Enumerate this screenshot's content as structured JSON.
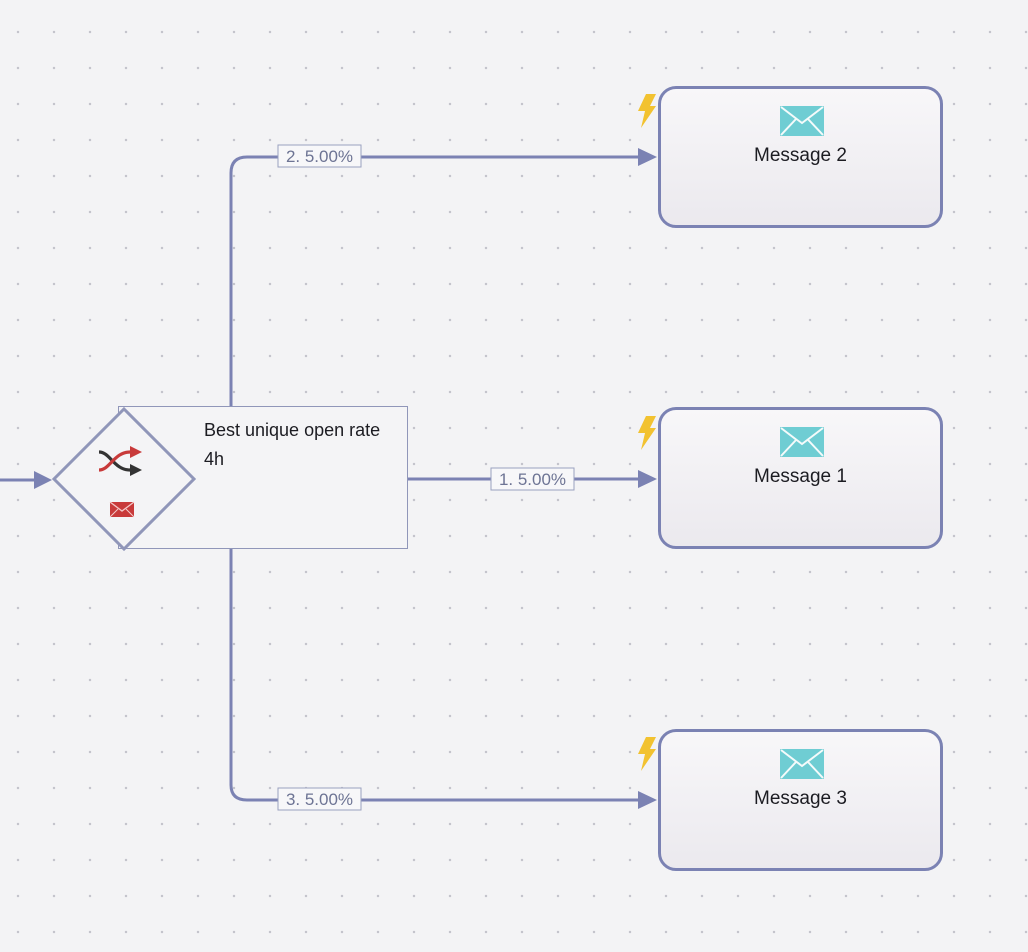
{
  "split_node": {
    "title": "Best unique open rate",
    "subtitle": "4h",
    "icon": "shuffle-icon",
    "badge_icon": "envelope-icon"
  },
  "branches": [
    {
      "label": "2. 5.00%",
      "target": "Message 2"
    },
    {
      "label": "1. 5.00%",
      "target": "Message 1"
    },
    {
      "label": "3. 5.00%",
      "target": "Message 3"
    }
  ],
  "messages": [
    {
      "label": "Message 2",
      "icon": "envelope-icon",
      "trigger_icon": "lightning-bolt-icon"
    },
    {
      "label": "Message 1",
      "icon": "envelope-icon",
      "trigger_icon": "lightning-bolt-icon"
    },
    {
      "label": "Message 3",
      "icon": "envelope-icon",
      "trigger_icon": "lightning-bolt-icon"
    }
  ],
  "colors": {
    "connector": "#7b82b3",
    "node_border": "#7b82b3",
    "mail_icon": "#6fcdd3",
    "bolt": "#f2c230",
    "shuffle_red": "#c83a3a",
    "shuffle_dark": "#333333",
    "badge_red": "#c83a3a"
  }
}
